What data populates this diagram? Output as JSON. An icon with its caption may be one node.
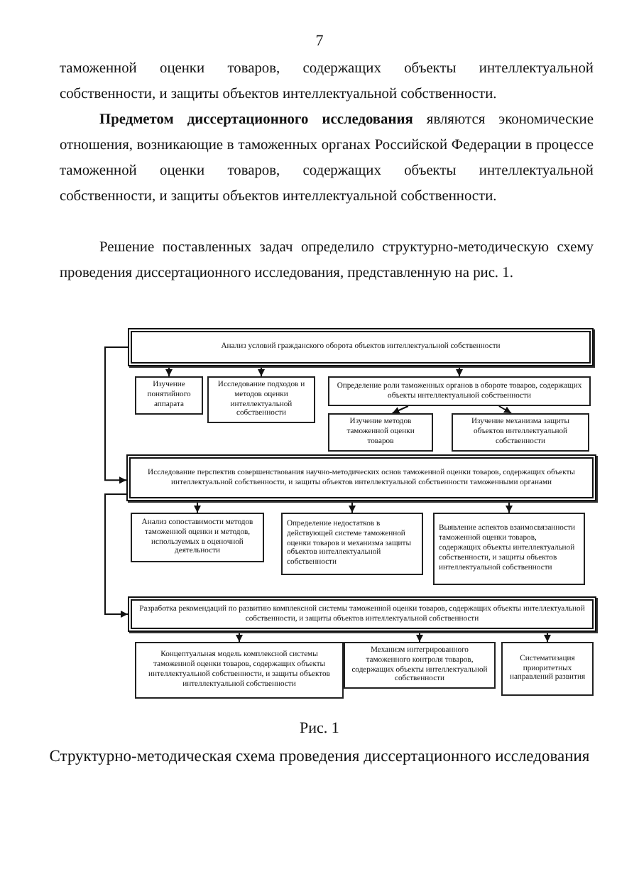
{
  "diagram": {
    "caption": "Структурно-методическая схема проведения диссертационного исследования",
    "nodes": [
      {
        "text": [
          "Анализ условий гражданского оборота объектов интеллектуальной собственности"
        ]
      },
      {
        "text": [
          "Изучение понятийного аппарата"
        ]
      },
      {
        "text": [
          "Исследование подходов и методов оценки интеллектуальной собственности"
        ]
      },
      {
        "text": [
          "Определение роли таможенных органов в обороте товаров, содержащих объекты интеллектуальной собственности"
        ]
      },
      {
        "text": [
          "Изучение методов таможенной оценки товаров"
        ]
      },
      {
        "text": [
          "Изучение механизма защиты объектов интеллектуальной собственности"
        ]
      },
      {
        "text": [
          "Исследование перспектив совершенствования научно-методических основ таможенной оценки товаров, содержащих объекты интеллектуальной собственности, и защиты объектов интеллектуальной собственности таможенными органами"
        ]
      },
      {
        "text": [
          "Анализ сопоставимости методов таможенной оценки и методов, используемых в оценочной деятельности"
        ]
      },
      {
        "text": [
          "Определение недостатков в действующей системе таможенной оценки товаров и механизма защиты объектов интеллектуальной собственности"
        ]
      },
      {
        "text": [
          "Выявление аспектов взаимосвязанности таможенной оценки товаров, содержащих объекты интеллектуальной собственности, и защиты объектов интеллектуальной собственности"
        ]
      },
      {
        "text": [
          "Разработка рекомендаций по развитию комплексной системы таможенной оценки товаров, содержащих объекты интеллектуальной собственности, и защиты объектов интеллектуальной собственности"
        ]
      },
      {
        "text": [
          "Концептуальная модель комплексной системы таможенной оценки товаров, содержащих объекты интеллектуальной собственности, и защиты объектов интеллектуальной собственности"
        ]
      },
      {
        "text": [
          "Механизм интегрированного таможенного контроля товаров, содержащих объекты интеллектуальной собственности"
        ]
      },
      {
        "text": [
          "Систематизация приоритетных направлений развития"
        ]
      }
    ],
    "edges": [
      {
        "from": 0,
        "to": 1,
        "arrow": "to"
      },
      {
        "from": 0,
        "to": 2,
        "arrow": "to"
      },
      {
        "from": 0,
        "to": 3,
        "arrow": "to"
      },
      {
        "from": 3,
        "to": 4,
        "arrow": "to"
      },
      {
        "from": 3,
        "to": 5,
        "arrow": "to"
      },
      {
        "from": 0,
        "to": 6,
        "arrow": "to"
      },
      {
        "from": 6,
        "to": 7,
        "arrow": "to"
      },
      {
        "from": 6,
        "to": 8,
        "arrow": "to"
      },
      {
        "from": 6,
        "to": 9,
        "arrow": "to"
      },
      {
        "from": 6,
        "to": 10,
        "arrow": "to"
      },
      {
        "from": 10,
        "to": 11,
        "arrow": "to"
      },
      {
        "from": 10,
        "to": 12,
        "arrow": "to"
      },
      {
        "from": 10,
        "to": 13,
        "arrow": "to"
      }
    ],
    "labels": [
      "7",
      "таможенной оценки товаров, содержащих объекты интеллектуальной собственности, и защиты объектов интеллектуальной собственности.",
      "**Предметом диссертационного исследования** являются экономические отношения, возникающие в таможенных органах Российской Федерации в процессе таможенной оценки товаров, содержащих объекты интеллектуальной собственности, и защиты объектов интеллектуальной собственности.",
      "Решение поставленных задач определило структурно-методическую схему проведения диссертационного исследования, представленную на рис. 1.",
      "Рис. 1"
    ]
  }
}
